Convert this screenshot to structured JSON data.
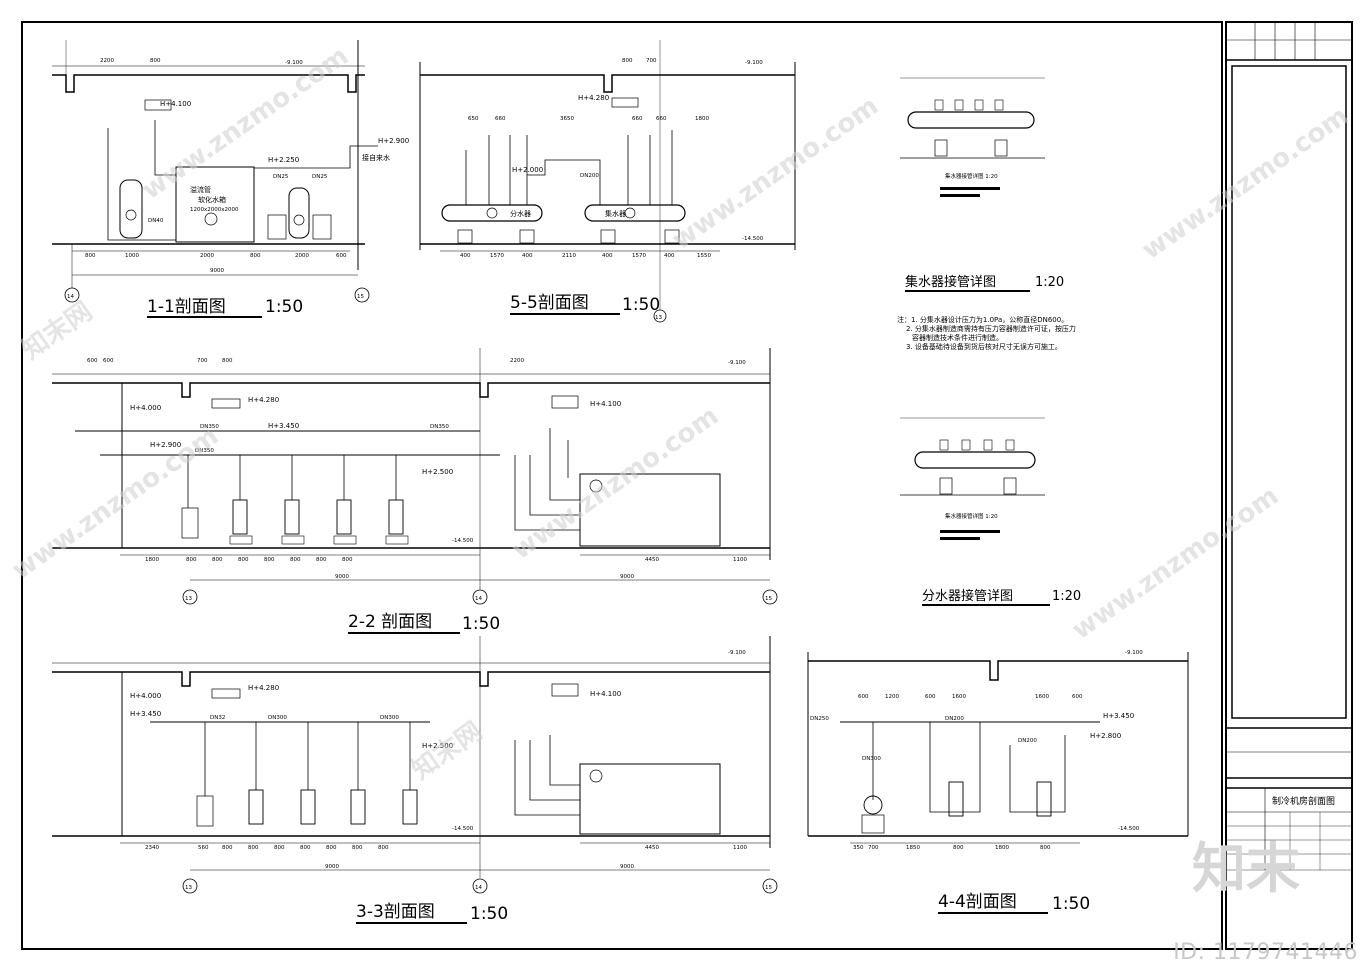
{
  "sections": {
    "s11": {
      "title": "1-1剖面图",
      "scale": "1:50",
      "axis_left": "14",
      "axis_right": "15",
      "tank_label": "溢流管",
      "tank_name": "软化水箱",
      "tank_size": "1200x2000x2000",
      "supply_label": "接自来水",
      "elev_top": "-9.100",
      "elev_h1": "H+4.100",
      "elev_h2": "H+2.250",
      "elev_h3": "H+2.900",
      "dims_top": [
        "2200",
        "800"
      ],
      "dims_bot": [
        "800",
        "1000",
        "2000",
        "800",
        "2000",
        "600"
      ],
      "dim_total": "9000",
      "pipes": [
        "DN40",
        "DN25",
        "DN25"
      ]
    },
    "s55": {
      "title": "5-5剖面图",
      "scale": "1:50",
      "axis": "13",
      "elev_top": "-9.100",
      "elev_h1": "H+4.280",
      "elev_h2": "H+2.000",
      "elev_bot": "-14.500",
      "header_a": "分水器",
      "header_b": "集水器",
      "pipe_main": "DN200",
      "dims_top": [
        "800",
        "700"
      ],
      "dims_mid": [
        "650",
        "660",
        "3650",
        "660",
        "660",
        "1800"
      ],
      "dims_bot": [
        "400",
        "1570",
        "400",
        "2110",
        "400",
        "1570",
        "400",
        "1550"
      ]
    },
    "s22": {
      "title": "2-2 剖面图",
      "scale": "1:50",
      "axes": [
        "13",
        "14",
        "15"
      ],
      "elev_top": "-9.100",
      "elev_h1": "H+4.280",
      "elev_h2": "H+4.000",
      "elev_h3": "H+3.450",
      "elev_h4": "H+2.900",
      "elev_h5": "H+4.100",
      "elev_h6": "H+2.500",
      "elev_bot": "-14.500",
      "pipes": [
        "DN350",
        "DN350",
        "DN350"
      ],
      "dims_bot_left": [
        "1800",
        "800",
        "800",
        "800",
        "800",
        "800",
        "800",
        "800"
      ],
      "dims_bot_right": [
        "4450",
        "1100"
      ],
      "dim_total_a": "9000",
      "dim_total_b": "9000",
      "dims_top": [
        "600",
        "600",
        "700",
        "800",
        "2200"
      ]
    },
    "s33": {
      "title": "3-3剖面图",
      "scale": "1:50",
      "axes": [
        "13",
        "14",
        "15"
      ],
      "elev_top": "-9.100",
      "elev_h1": "H+4.280",
      "elev_h2": "H+4.000",
      "elev_h3": "H+3.450",
      "elev_h5": "H+4.100",
      "elev_h6": "H+2.500",
      "elev_bot": "-14.500",
      "pipes": [
        "DN32",
        "DN300",
        "DN300"
      ],
      "dims_bot_left": [
        "2340",
        "560",
        "800",
        "800",
        "800",
        "800",
        "800",
        "800",
        "800"
      ],
      "dims_bot_right": [
        "4450",
        "1100"
      ],
      "dim_total_a": "9000",
      "dim_total_b": "9000"
    },
    "s44": {
      "title": "4-4剖面图",
      "scale": "1:50",
      "elev_top": "-9.100",
      "elev_h1": "H+3.450",
      "elev_h2": "H+2.800",
      "elev_bot": "-14.500",
      "dims_top": [
        "600",
        "1200",
        "600",
        "1600",
        "1600",
        "600"
      ],
      "dims_bot": [
        "350",
        "700",
        "1850",
        "800",
        "1800",
        "800"
      ],
      "pipes": [
        "DN250",
        "DN300",
        "DN200",
        "DN200"
      ]
    }
  },
  "details": {
    "collector": {
      "title": "集水器接管详图",
      "scale": "1:20",
      "small_caption": "集水器接管详图 1:20"
    },
    "distributor": {
      "title": "分水器接管详图",
      "scale": "1:20",
      "small_caption": "集水器接管详图 1:20"
    }
  },
  "notes": [
    "注：1. 分集水器设计压力为1.0Pa，公称直径DN600。",
    "2. 分集水器制造商需持有压力容器制造许可证，按压力",
    "容器制造技术条件进行制造。",
    "3. 设备基础待设备到货后核对尺寸无误方可施工。"
  ],
  "title_block": {
    "drawing_name": "制冷机房剖面图"
  },
  "watermark": {
    "text": "www.znzmo.com",
    "brand": "知末网"
  },
  "footer": {
    "id_text": "ID: 1179741446",
    "logo": "知末"
  }
}
